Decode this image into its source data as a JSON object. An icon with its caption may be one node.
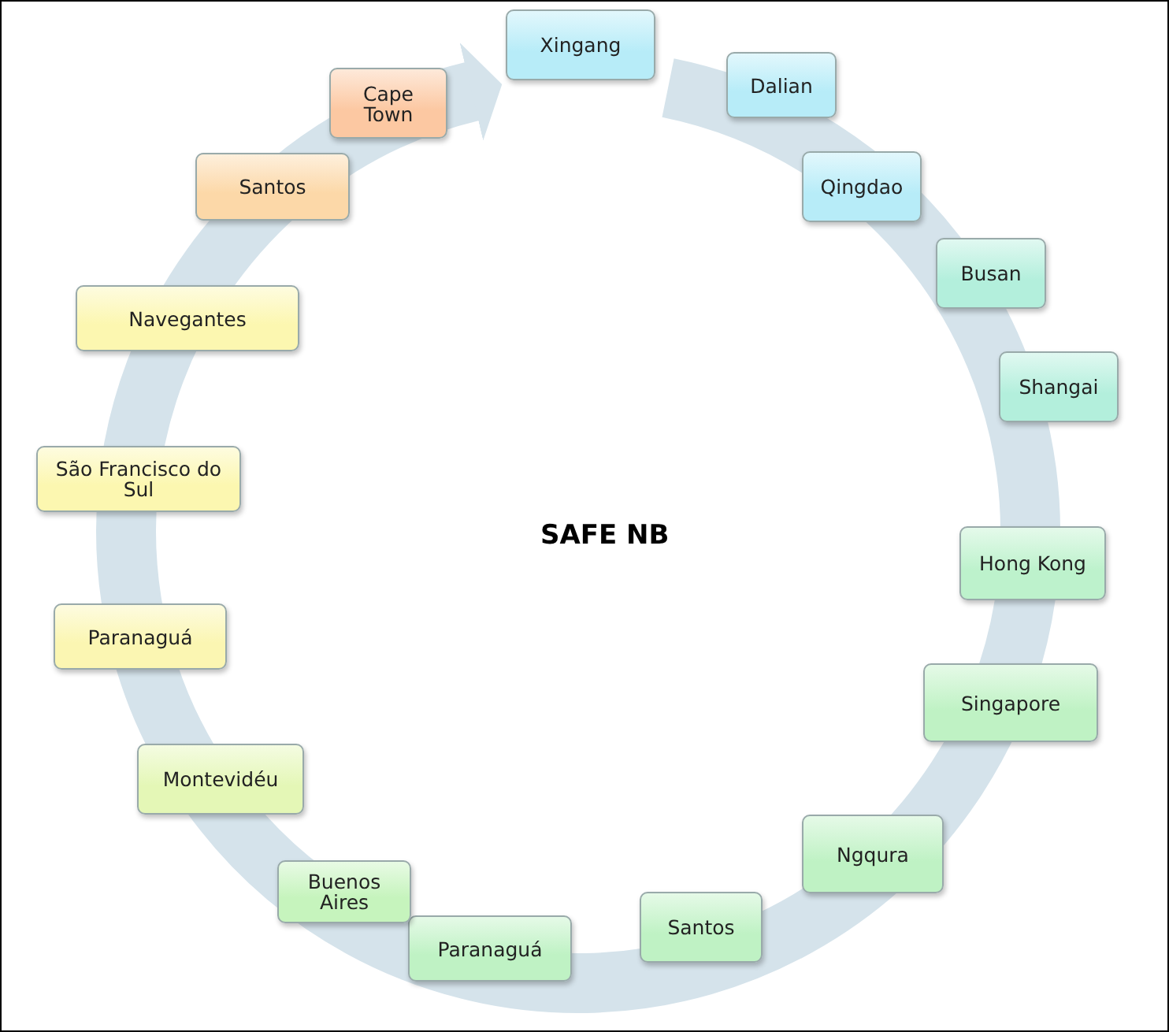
{
  "diagram": {
    "nodes": [
      {
        "text": [
          "Xingang"
        ]
      },
      {
        "text": [
          "Dalian"
        ]
      },
      {
        "text": [
          "Qingdao"
        ]
      },
      {
        "text": [
          "Busan"
        ]
      },
      {
        "text": [
          "Shangai"
        ]
      },
      {
        "text": [
          "Hong Kong"
        ]
      },
      {
        "text": [
          "Singapore"
        ]
      },
      {
        "text": [
          "Ngqura"
        ]
      },
      {
        "text": [
          "Santos"
        ]
      },
      {
        "text": [
          "Paranaguá"
        ]
      },
      {
        "text": [
          "Buenos Aires"
        ]
      },
      {
        "text": [
          "Montevidéu"
        ]
      },
      {
        "text": [
          "Paranaguá"
        ]
      },
      {
        "text": [
          "São Francisco do Sul"
        ]
      },
      {
        "text": [
          "Navegantes"
        ]
      },
      {
        "text": [
          "Santos"
        ]
      },
      {
        "text": [
          "Cape Town"
        ]
      }
    ],
    "labels": [
      "SAFE NB"
    ]
  }
}
